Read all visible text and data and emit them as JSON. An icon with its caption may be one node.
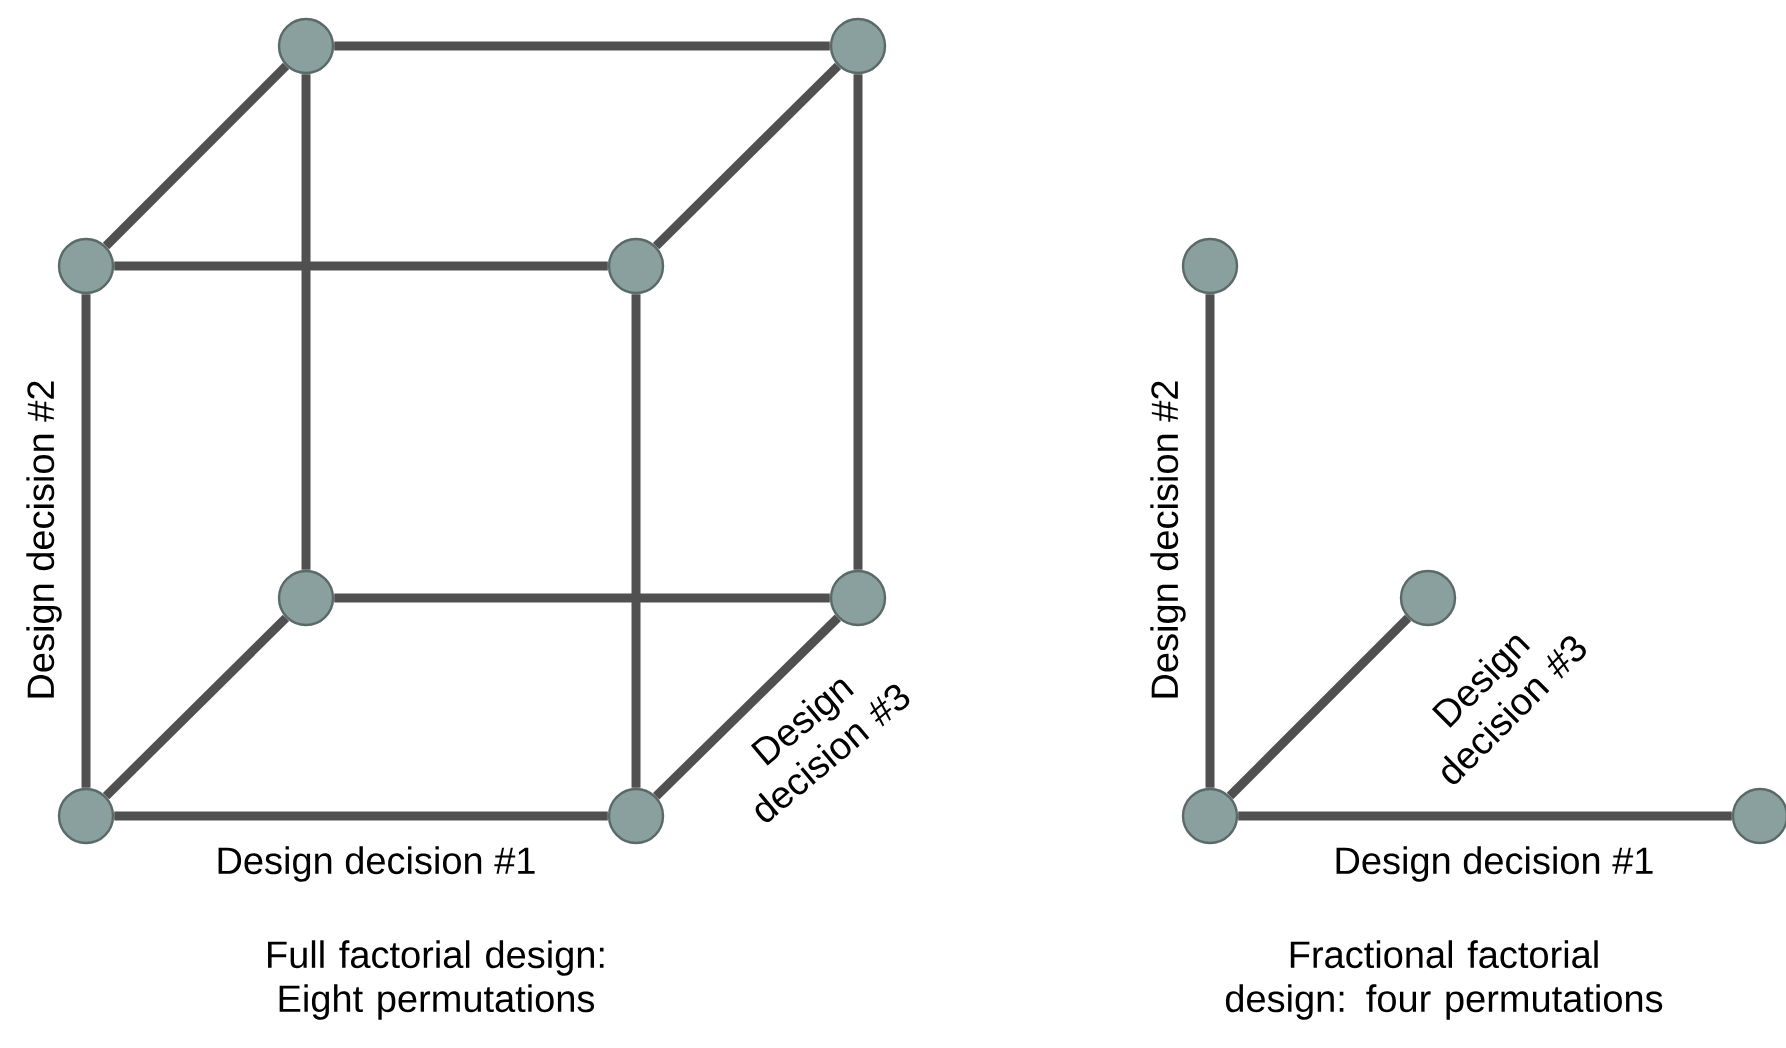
{
  "diagram": {
    "nodes": [
      {
        "text": [],
        "shape": "circle"
      },
      {
        "text": [],
        "shape": "circle"
      },
      {
        "text": [],
        "shape": "circle"
      },
      {
        "text": [],
        "shape": "circle"
      },
      {
        "text": [],
        "shape": "circle"
      },
      {
        "text": [],
        "shape": "circle"
      },
      {
        "text": [],
        "shape": "circle"
      },
      {
        "text": [],
        "shape": "circle"
      },
      {
        "text": [],
        "shape": "circle"
      },
      {
        "text": [],
        "shape": "circle"
      },
      {
        "text": [],
        "shape": "circle"
      },
      {
        "text": [],
        "shape": "circle"
      }
    ],
    "edges": [
      {
        "from": 0,
        "to": 1,
        "arrow": "none"
      },
      {
        "from": 0,
        "to": 2,
        "arrow": "none"
      },
      {
        "from": 1,
        "to": 3,
        "arrow": "none"
      },
      {
        "from": 2,
        "to": 3,
        "arrow": "none"
      },
      {
        "from": 0,
        "to": 4,
        "arrow": "none"
      },
      {
        "from": 1,
        "to": 5,
        "arrow": "none"
      },
      {
        "from": 2,
        "to": 6,
        "arrow": "none",
        "label": "Design decision #2"
      },
      {
        "from": 3,
        "to": 7,
        "arrow": "none"
      },
      {
        "from": 4,
        "to": 5,
        "arrow": "none"
      },
      {
        "from": 4,
        "to": 6,
        "arrow": "none"
      },
      {
        "from": 5,
        "to": 7,
        "arrow": "none",
        "label": "Design decision #3"
      },
      {
        "from": 6,
        "to": 7,
        "arrow": "none",
        "label": "Design decision #1"
      },
      {
        "from": 10,
        "to": 8,
        "arrow": "none",
        "label": "Design decision #2"
      },
      {
        "from": 10,
        "to": 9,
        "arrow": "none",
        "label": "Design decision #3"
      },
      {
        "from": 10,
        "to": 11,
        "arrow": "none",
        "label": "Design decision #1"
      }
    ],
    "labels": [
      "Full factorial design: Eight permutations",
      "Fractional factorial design: four permutations"
    ]
  }
}
